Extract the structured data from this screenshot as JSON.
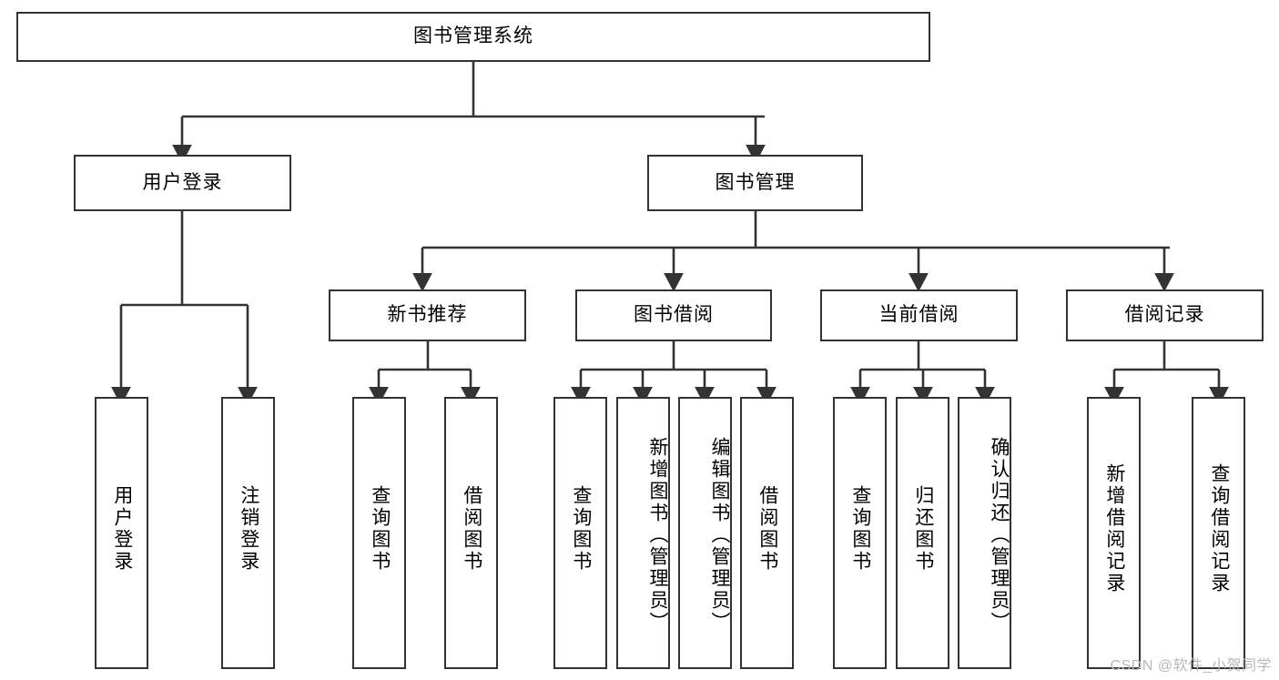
{
  "diagram": {
    "type": "tree-hierarchy",
    "title": "图书管理系统",
    "watermark": "CSDN @软件_小贺同学",
    "colors": {
      "stroke": "#333333",
      "fill": "#ffffff",
      "text": "#000000",
      "watermark": "#b8b8b8"
    },
    "nodes": {
      "root": {
        "label": "图书管理系统",
        "level": 1,
        "orientation": "horizontal"
      },
      "user_login": {
        "label": "用户登录",
        "level": 2,
        "orientation": "horizontal"
      },
      "book_manage": {
        "label": "图书管理",
        "level": 2,
        "orientation": "horizontal"
      },
      "new_book_rec": {
        "label": "新书推荐",
        "level": 3,
        "orientation": "horizontal"
      },
      "book_borrow": {
        "label": "图书借阅",
        "level": 3,
        "orientation": "horizontal"
      },
      "current_borrow": {
        "label": "当前借阅",
        "level": 3,
        "orientation": "horizontal"
      },
      "borrow_record": {
        "label": "借阅记录",
        "level": 3,
        "orientation": "horizontal"
      },
      "leaf_user_login": {
        "label": "用户登录",
        "level": 4,
        "orientation": "vertical"
      },
      "leaf_logout": {
        "label": "注销登录",
        "level": 4,
        "orientation": "vertical"
      },
      "leaf_query_book_1": {
        "label": "查询图书",
        "level": 4,
        "orientation": "vertical"
      },
      "leaf_borrow_book_1": {
        "label": "借阅图书",
        "level": 4,
        "orientation": "vertical"
      },
      "leaf_query_book_2": {
        "label": "查询图书",
        "level": 4,
        "orientation": "vertical"
      },
      "leaf_add_book": {
        "label": "新增图书（管理员）",
        "level": 4,
        "orientation": "vertical"
      },
      "leaf_edit_book": {
        "label": "编辑图书（管理员）",
        "level": 4,
        "orientation": "vertical"
      },
      "leaf_borrow_book_2": {
        "label": "借阅图书",
        "level": 4,
        "orientation": "vertical"
      },
      "leaf_query_book_3": {
        "label": "查询图书",
        "level": 4,
        "orientation": "vertical"
      },
      "leaf_return_book": {
        "label": "归还图书",
        "level": 4,
        "orientation": "vertical"
      },
      "leaf_confirm_return": {
        "label": "确认归还（管理员）",
        "level": 4,
        "orientation": "vertical"
      },
      "leaf_add_record": {
        "label": "新增借阅记录",
        "level": 4,
        "orientation": "vertical"
      },
      "leaf_query_record": {
        "label": "查询借阅记录",
        "level": 4,
        "orientation": "vertical"
      }
    },
    "edges": [
      {
        "from": "root",
        "to": "user_login"
      },
      {
        "from": "root",
        "to": "book_manage"
      },
      {
        "from": "user_login",
        "to": "leaf_user_login"
      },
      {
        "from": "user_login",
        "to": "leaf_logout"
      },
      {
        "from": "book_manage",
        "to": "new_book_rec"
      },
      {
        "from": "book_manage",
        "to": "book_borrow"
      },
      {
        "from": "book_manage",
        "to": "current_borrow"
      },
      {
        "from": "book_manage",
        "to": "borrow_record"
      },
      {
        "from": "new_book_rec",
        "to": "leaf_query_book_1"
      },
      {
        "from": "new_book_rec",
        "to": "leaf_borrow_book_1"
      },
      {
        "from": "book_borrow",
        "to": "leaf_query_book_2"
      },
      {
        "from": "book_borrow",
        "to": "leaf_add_book"
      },
      {
        "from": "book_borrow",
        "to": "leaf_edit_book"
      },
      {
        "from": "book_borrow",
        "to": "leaf_borrow_book_2"
      },
      {
        "from": "current_borrow",
        "to": "leaf_query_book_3"
      },
      {
        "from": "current_borrow",
        "to": "leaf_return_book"
      },
      {
        "from": "current_borrow",
        "to": "leaf_confirm_return"
      },
      {
        "from": "borrow_record",
        "to": "leaf_add_record"
      },
      {
        "from": "borrow_record",
        "to": "leaf_query_record"
      }
    ]
  }
}
